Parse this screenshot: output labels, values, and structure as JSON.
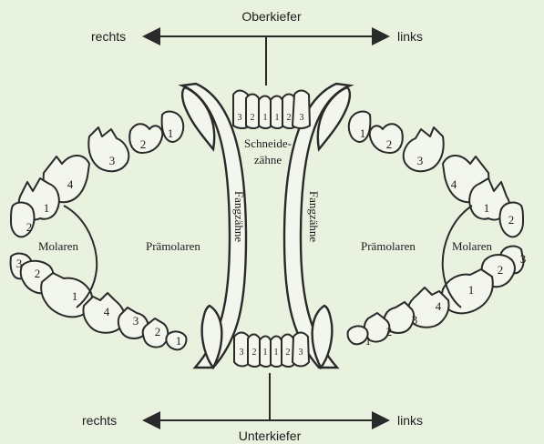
{
  "upper_jaw": {
    "title": "Oberkiefer",
    "right": "rechts",
    "left": "links"
  },
  "lower_jaw": {
    "title": "Unterkiefer",
    "right": "rechts",
    "left": "links"
  },
  "labels": {
    "incisors_line1": "Schneide-",
    "incisors_line2": "zähne",
    "canines": "Fangzähne",
    "premolars": "Prämolaren",
    "molars": "Molaren"
  },
  "tooth_numbers": {
    "upper_incisors": [
      "3",
      "2",
      "1",
      "1",
      "2",
      "3"
    ],
    "lower_incisors": [
      "3",
      "2",
      "1",
      "1",
      "2",
      "3"
    ],
    "premolars_desc": [
      "4",
      "3",
      "2",
      "1"
    ],
    "premolars_asc": [
      "1",
      "2",
      "3",
      "4"
    ],
    "molars_upper": [
      "1",
      "2"
    ],
    "molars_lower": [
      "3",
      "2",
      "1"
    ]
  }
}
